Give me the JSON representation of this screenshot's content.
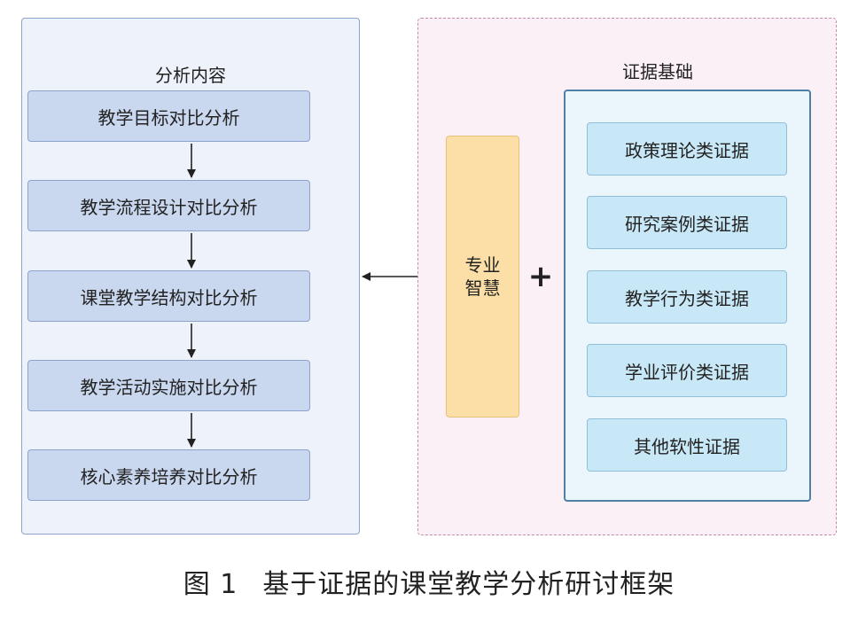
{
  "analysis": {
    "title": "分析内容",
    "steps": [
      "教学目标对比分析",
      "教学流程设计对比分析",
      "课堂教学结构对比分析",
      "教学活动实施对比分析",
      "核心素养培养对比分析"
    ]
  },
  "evidence_basis": {
    "title": "证据基础",
    "wisdom_line1": "专业",
    "wisdom_line2": "智慧",
    "plus": "+",
    "items": [
      "政策理论类证据",
      "研究案例类证据",
      "教学行为类证据",
      "学业评价类证据",
      "其他软性证据"
    ]
  },
  "caption": {
    "number": "图 1",
    "text": "基于证据的课堂教学分析研讨框架"
  },
  "colors": {
    "left_panel_bg": "#eef2fb",
    "step_box": "#c9d7ef",
    "right_panel_bg": "#fbf0f6",
    "wisdom_box": "#fbdfa6",
    "evidence_panel_border": "#4f81a7",
    "evidence_box": "#c9e8f7"
  }
}
